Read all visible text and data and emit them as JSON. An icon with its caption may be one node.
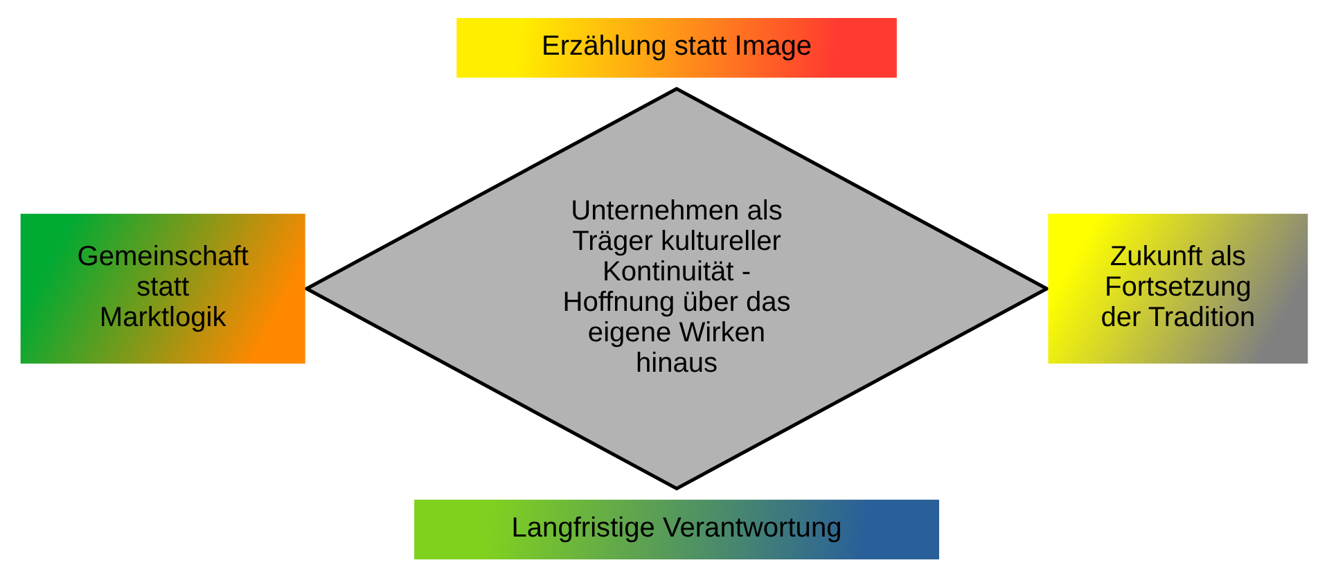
{
  "diagram": {
    "nodes": [
      {
        "text": [
          "Erzählung statt Image"
        ]
      },
      {
        "text": [
          "Gemeinschaft statt Marktlogik"
        ]
      },
      {
        "text": [
          "Unternehmen als Träger kultureller Kontinuität - Hoffnung über das eigene Wirken hinaus"
        ]
      },
      {
        "text": [
          "Zukunft als Fortsetzung der Tradition"
        ]
      },
      {
        "text": [
          "Langfristige Verantwortung"
        ]
      }
    ],
    "edges": []
  }
}
